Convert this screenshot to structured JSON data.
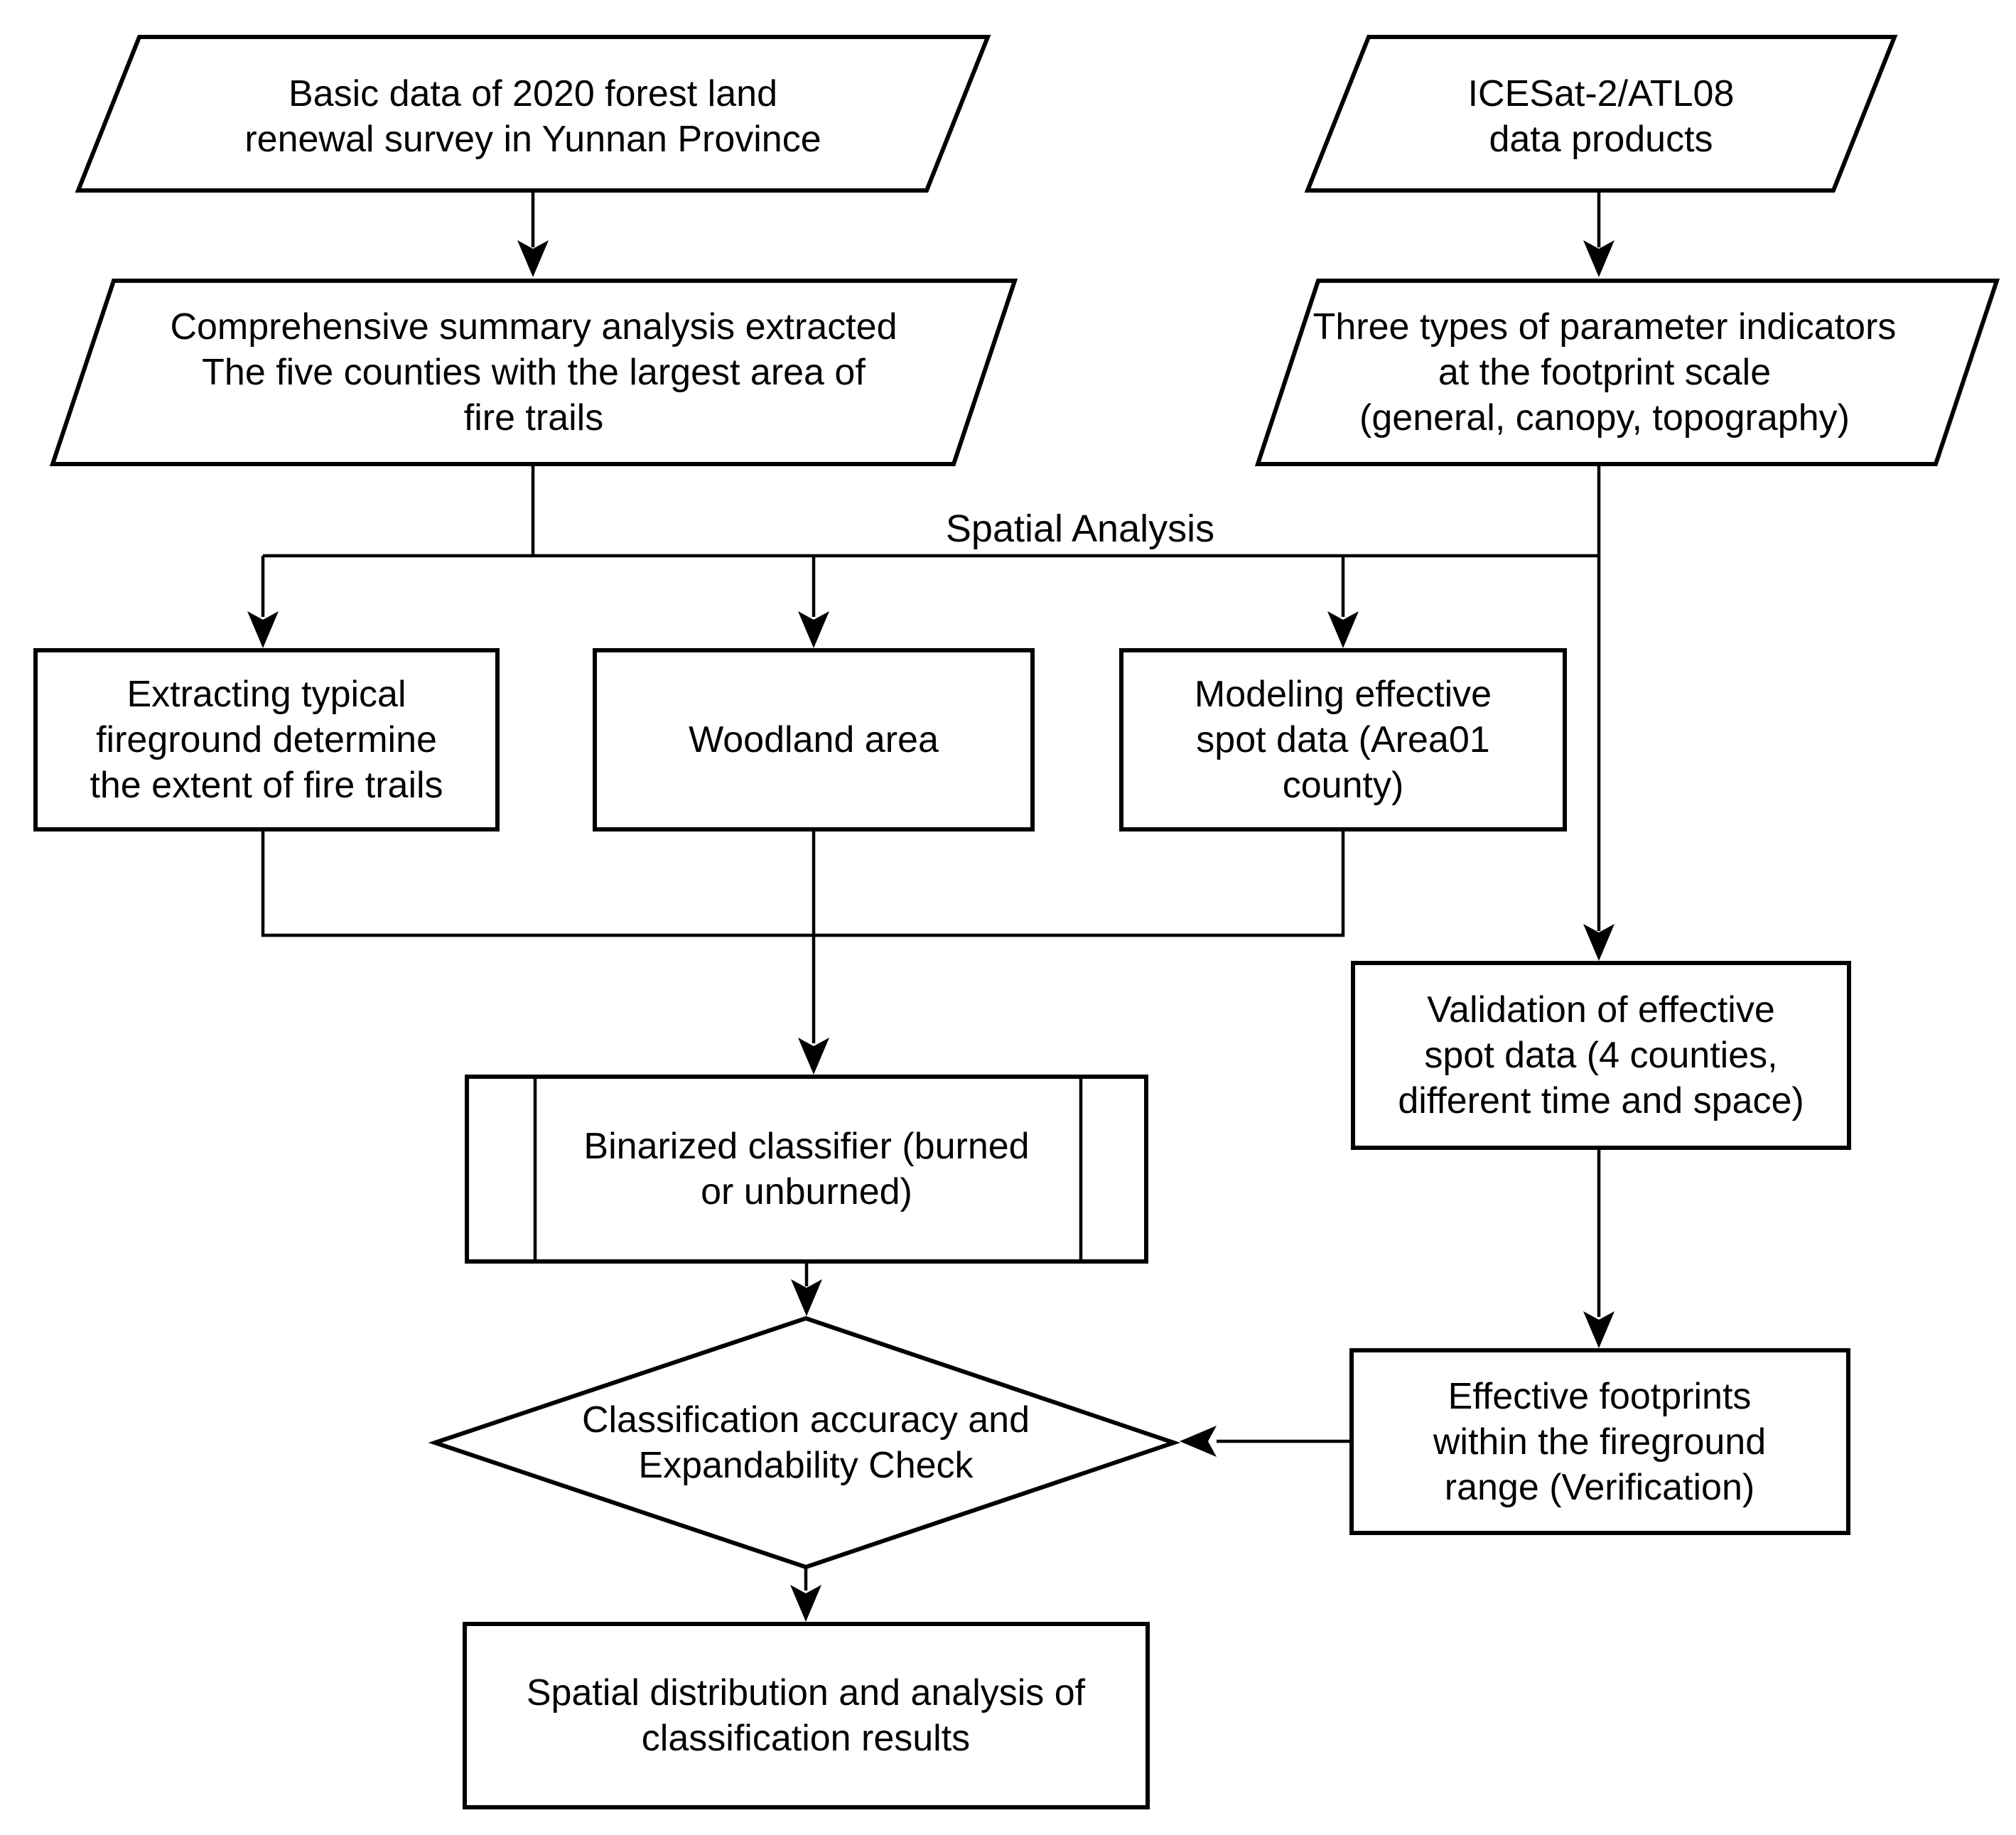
{
  "background": "#ffffff",
  "stroke_color": "#000000",
  "nodes": {
    "basic_data": {
      "shape": "parallelogram",
      "label": "Basic data of 2020 forest land\nrenewal survey in Yunnan Province"
    },
    "icesat": {
      "shape": "parallelogram",
      "label": "ICESat-2/ATL08\ndata products"
    },
    "summary": {
      "shape": "parallelogram",
      "label": "Comprehensive summary analysis extracted\nThe five counties with the largest area of\nfire trails"
    },
    "indicators": {
      "shape": "parallelogram",
      "label": "Three types of parameter indicators\nat the footprint scale\n(general, canopy, topography)"
    },
    "extract_fireground": {
      "shape": "rectangle",
      "label": "Extracting typical\nfireground determine\nthe extent of fire trails"
    },
    "woodland": {
      "shape": "rectangle",
      "label": "Woodland area"
    },
    "modeling": {
      "shape": "rectangle",
      "label": "Modeling effective\nspot data (Area01\ncounty)"
    },
    "validation": {
      "shape": "rectangle",
      "label": "Validation of effective\nspot data (4 counties,\ndifferent time and space)"
    },
    "binarized": {
      "shape": "predefined-process",
      "label": "Binarized classifier (burned\nor unburned)"
    },
    "decision": {
      "shape": "diamond",
      "label": "Classification accuracy and\nExpandability Check"
    },
    "effective_footprints": {
      "shape": "rectangle",
      "label": "Effective footprints\nwithin the fireground\nrange (Verification)"
    },
    "result": {
      "shape": "rectangle",
      "label": "Spatial distribution and analysis of\nclassification results"
    }
  },
  "edge_labels": {
    "spatial_analysis": "Spatial Analysis"
  }
}
